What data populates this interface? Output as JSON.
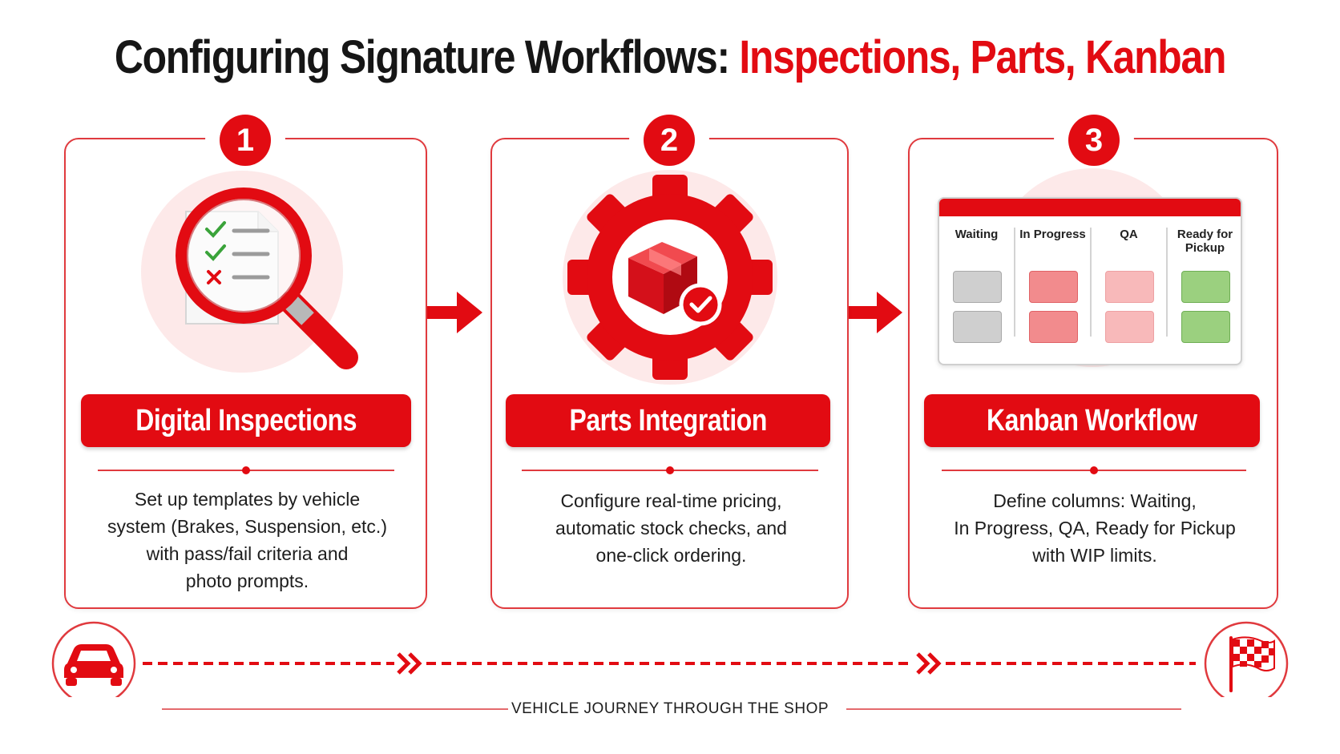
{
  "title": {
    "dark": "Configuring Signature Workflows:",
    "red": "Inspections, Parts, Kanban"
  },
  "steps": [
    {
      "number": "1",
      "label": "Digital Inspections",
      "description": "Set up templates by vehicle\nsystem (Brakes, Suspension, etc.)\nwith pass/fail criteria and\nphoto prompts."
    },
    {
      "number": "2",
      "label": "Parts Integration",
      "description": "Configure real-time pricing,\nautomatic stock checks, and\none-click ordering."
    },
    {
      "number": "3",
      "label": "Kanban Workflow",
      "description": "Define columns: Waiting,\nIn Progress, QA, Ready for Pickup\nwith WIP limits."
    }
  ],
  "kanban": {
    "columns": [
      {
        "title": "Waiting",
        "card_color": "#cfcfcf"
      },
      {
        "title": "In Progress",
        "card_color": "#f28b8d"
      },
      {
        "title": "QA",
        "card_color": "#f8b9ba"
      },
      {
        "title": "Ready for\nPickup",
        "card_color": "#9bd07f"
      }
    ]
  },
  "journey": {
    "label": "VEHICLE JOURNEY THROUGH THE SHOP",
    "start_icon": "car-icon",
    "end_icon": "checkered-flag-icon"
  },
  "colors": {
    "accent": "#e20b12",
    "border": "#e03a3e",
    "soft_pink": "#fde9e9"
  }
}
